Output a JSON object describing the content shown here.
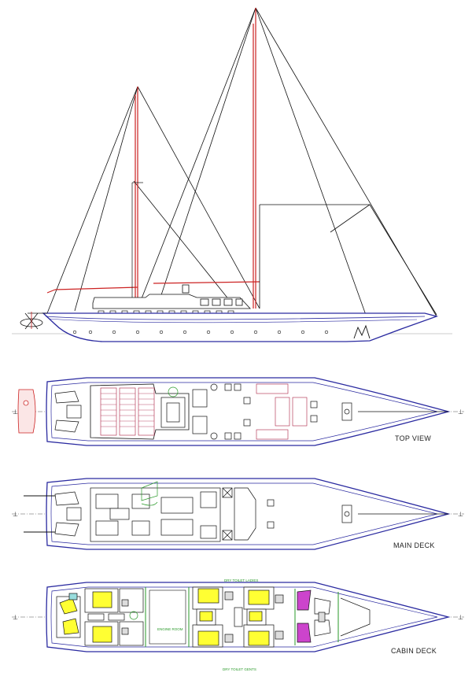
{
  "views": {
    "top_view": "TOP VIEW",
    "main_deck": "MAIN DECK",
    "cabin_deck": "CABIN DECK"
  },
  "annotations": {
    "dry_toilet_top": "DRY TOILET LADIES",
    "dry_toilet_bottom": "DRY TOILET GENTS",
    "engine_room": "ENGINE ROOM"
  },
  "colors": {
    "hull": "#2a2aa0",
    "spar": "#cc2222",
    "rigging": "#111111",
    "furniture": "#aa2244",
    "cabin_fill": "#ffff33",
    "head_fill": "#cc44cc",
    "annotation": "#2a9a2a"
  },
  "icons": {
    "owner_logo": "sailfish-logo-icon"
  }
}
